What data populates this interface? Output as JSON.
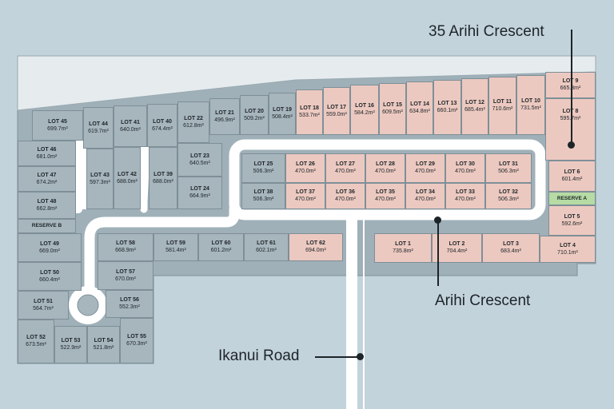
{
  "callouts": {
    "arihi_35": "35 Arihi Crescent",
    "arihi": "Arihi Crescent",
    "ikanui": "Ikanui Road"
  },
  "colors": {
    "background": "#c3d3db",
    "sold_lot": "#a7b6bd",
    "available_lot": "#ecc9c0",
    "reserve_a": "#b6dba4",
    "road": "#ffffff"
  },
  "lots": {
    "lot1": {
      "name": "LOT 1",
      "area": "735.8m²"
    },
    "lot2": {
      "name": "LOT 2",
      "area": "704.4m²"
    },
    "lot3": {
      "name": "LOT 3",
      "area": "683.4m²"
    },
    "lot4": {
      "name": "LOT 4",
      "area": "710.1m²"
    },
    "lot5": {
      "name": "LOT 5",
      "area": "592.6m²"
    },
    "lot6": {
      "name": "LOT 6",
      "area": "601.4m²"
    },
    "lot8": {
      "name": "LOT 8",
      "area": "595.7m²"
    },
    "lot9": {
      "name": "LOT 9",
      "area": "665.3m²"
    },
    "lot10": {
      "name": "LOT 10",
      "area": "731.5m²"
    },
    "lot11": {
      "name": "LOT 11",
      "area": "710.6m²"
    },
    "lot12": {
      "name": "LOT 12",
      "area": "685.4m²"
    },
    "lot13": {
      "name": "LOT 13",
      "area": "660.1m²"
    },
    "lot14": {
      "name": "LOT 14",
      "area": "634.8m²"
    },
    "lot15": {
      "name": "LOT 15",
      "area": "609.5m²"
    },
    "lot16": {
      "name": "LOT 16",
      "area": "584.2m²"
    },
    "lot17": {
      "name": "LOT 17",
      "area": "559.0m²"
    },
    "lot18": {
      "name": "LOT 18",
      "area": "533.7m²"
    },
    "lot19": {
      "name": "LOT 19",
      "area": "508.4m²"
    },
    "lot20": {
      "name": "LOT 20",
      "area": "509.2m²"
    },
    "lot21": {
      "name": "LOT 21",
      "area": "496.9m²"
    },
    "lot22": {
      "name": "LOT 22",
      "area": "612.8m²"
    },
    "lot23": {
      "name": "LOT 23",
      "area": "640.5m²"
    },
    "lot24": {
      "name": "LOT 24",
      "area": "664.9m²"
    },
    "lot25": {
      "name": "LOT 25",
      "area": "506.3m²"
    },
    "lot26": {
      "name": "LOT 26",
      "area": "470.0m²"
    },
    "lot27": {
      "name": "LOT 27",
      "area": "470.0m²"
    },
    "lot28": {
      "name": "LOT 28",
      "area": "470.0m²"
    },
    "lot29": {
      "name": "LOT 29",
      "area": "470.0m²"
    },
    "lot30": {
      "name": "LOT 30",
      "area": "470.0m²"
    },
    "lot31": {
      "name": "LOT 31",
      "area": "506.3m²"
    },
    "lot32": {
      "name": "LOT 32",
      "area": "506.3m²"
    },
    "lot33": {
      "name": "LOT 33",
      "area": "470.0m²"
    },
    "lot34": {
      "name": "LOT 34",
      "area": "470.0m²"
    },
    "lot35": {
      "name": "LOT 35",
      "area": "470.0m²"
    },
    "lot36": {
      "name": "LOT 36",
      "area": "470.0m²"
    },
    "lot37": {
      "name": "LOT 37",
      "area": "470.0m²"
    },
    "lot38": {
      "name": "LOT 38",
      "area": "506.3m²"
    },
    "lot39": {
      "name": "LOT 39",
      "area": "688.0m²"
    },
    "lot40": {
      "name": "LOT 40",
      "area": "674.4m²"
    },
    "lot41": {
      "name": "LOT 41",
      "area": "640.0m²"
    },
    "lot42": {
      "name": "LOT 42",
      "area": "688.0m²"
    },
    "lot43": {
      "name": "LOT 43",
      "area": "597.3m²"
    },
    "lot44": {
      "name": "LOT 44",
      "area": "619.7m²"
    },
    "lot45": {
      "name": "LOT 45",
      "area": "699.7m²"
    },
    "lot46": {
      "name": "LOT 46",
      "area": "681.0m²"
    },
    "lot47": {
      "name": "LOT 47",
      "area": "674.2m²"
    },
    "lot48": {
      "name": "LOT 48",
      "area": "662.8m²"
    },
    "lot49": {
      "name": "LOT 49",
      "area": "669.0m²"
    },
    "lot50": {
      "name": "LOT 50",
      "area": "660.4m²"
    },
    "lot51": {
      "name": "LOT 51",
      "area": "564.7m²"
    },
    "lot52": {
      "name": "LOT 52",
      "area": "673.5m²"
    },
    "lot53": {
      "name": "LOT 53",
      "area": "522.9m²"
    },
    "lot54": {
      "name": "LOT 54",
      "area": "521.8m²"
    },
    "lot55": {
      "name": "LOT 55",
      "area": "670.3m²"
    },
    "lot56": {
      "name": "LOT 56",
      "area": "552.3m²"
    },
    "lot57": {
      "name": "LOT 57",
      "area": "670.0m²"
    },
    "lot58": {
      "name": "LOT 58",
      "area": "668.9m²"
    },
    "lot59": {
      "name": "LOT 59",
      "area": "581.4m²"
    },
    "lot60": {
      "name": "LOT 60",
      "area": "601.2m²"
    },
    "lot61": {
      "name": "LOT 61",
      "area": "602.1m²"
    },
    "lot62": {
      "name": "LOT 62",
      "area": "694.0m²"
    },
    "reserve_a": {
      "name": "RESERVE A"
    },
    "reserve_b": {
      "name": "RESERVE B"
    }
  }
}
